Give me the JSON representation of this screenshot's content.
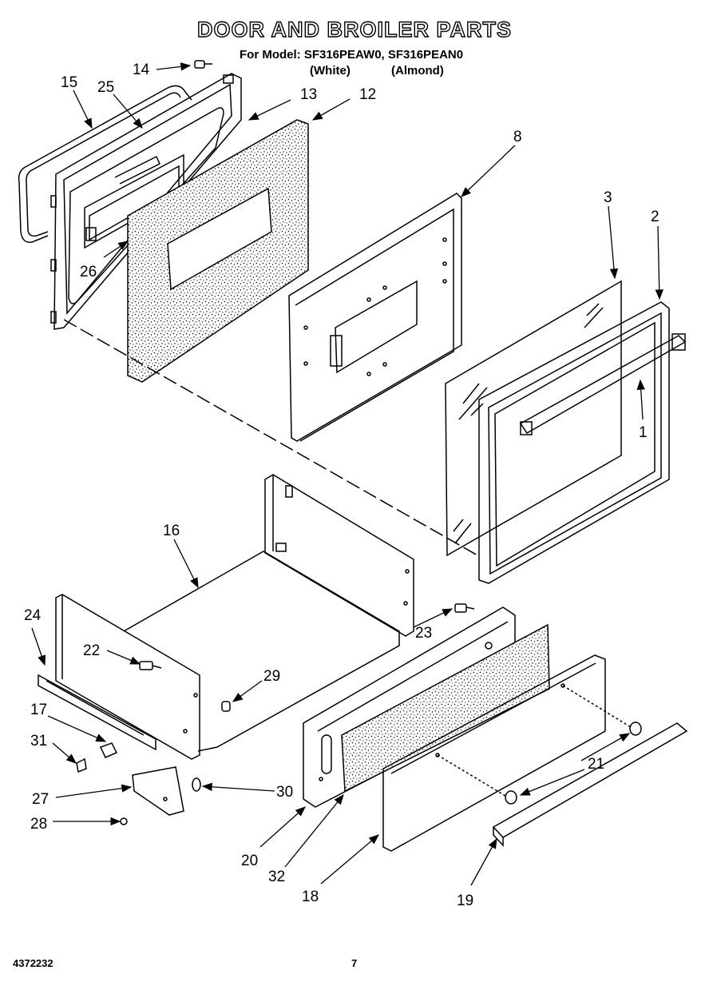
{
  "header": {
    "title": "DOOR AND BROILER PARTS",
    "model_line": "For Model: SF316PEAW0, SF316PEAN0",
    "color_white": "(White)",
    "color_almond": "(Almond)"
  },
  "footer": {
    "doc_number": "4372232",
    "page_number": "7"
  },
  "part_labels": {
    "p1": "1",
    "p2": "2",
    "p3": "3",
    "p8": "8",
    "p12": "12",
    "p13": "13",
    "p14": "14",
    "p15": "15",
    "p16": "16",
    "p17": "17",
    "p18": "18",
    "p19": "19",
    "p20": "20",
    "p21": "21",
    "p22": "22",
    "p23": "23",
    "p24": "24",
    "p25": "25",
    "p26": "26",
    "p27": "27",
    "p28": "28",
    "p29": "29",
    "p30": "30",
    "p31": "31",
    "p32": "32"
  }
}
